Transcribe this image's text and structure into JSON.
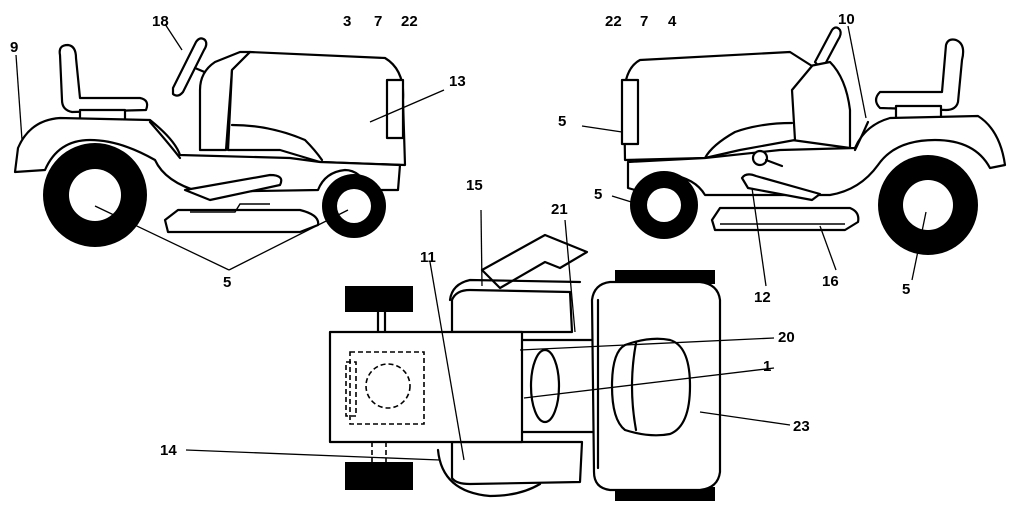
{
  "callouts": {
    "c9": "9",
    "c18": "18",
    "c3l": "3",
    "c7l": "7",
    "c22l": "22",
    "c13": "13",
    "c5l": "5",
    "c22r": "22",
    "c7r": "7",
    "c4": "4",
    "c10": "10",
    "c5r1": "5",
    "c5r2": "5",
    "c12": "12",
    "c16": "16",
    "c5r3": "5",
    "c15": "15",
    "c21": "21",
    "c11": "11",
    "c20": "20",
    "c1": "1",
    "c14": "14",
    "c23": "23"
  },
  "colors": {
    "line": "#000000",
    "tire": "#000000",
    "background": "#ffffff"
  }
}
